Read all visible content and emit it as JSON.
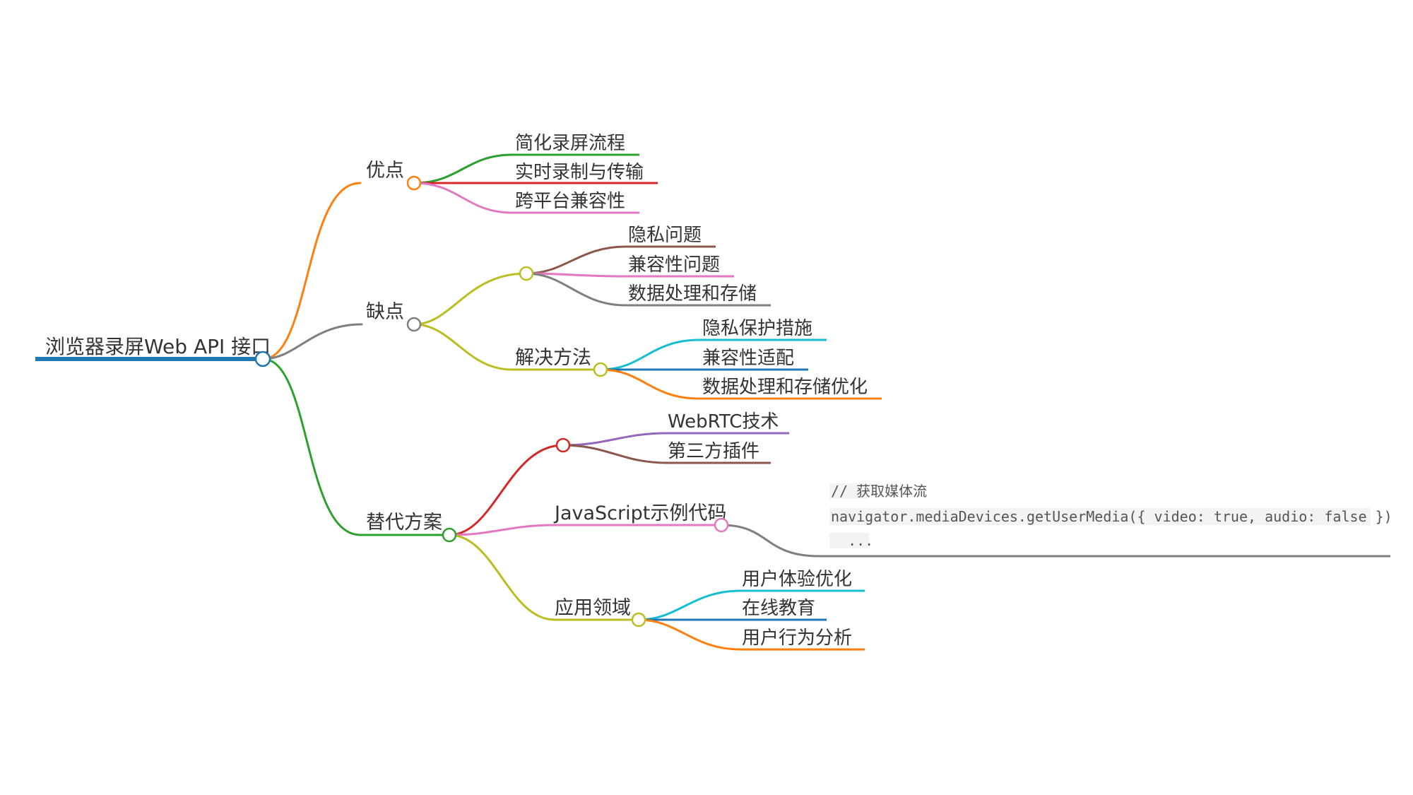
{
  "mindmap": {
    "root": {
      "label": "浏览器录屏Web API 接口",
      "color": "#1f77b4"
    },
    "branches": {
      "pros": {
        "label": "优点",
        "color": "#ff7f0e",
        "children": [
          {
            "label": "简化录屏流程",
            "color": "#2ca02c"
          },
          {
            "label": "实时录制与传输",
            "color": "#d62728"
          },
          {
            "label": "跨平台兼容性",
            "color": "#e377c2"
          }
        ]
      },
      "cons": {
        "label": "缺点",
        "color": "#7f7f7f",
        "issues": {
          "label": "",
          "color": "#bcbd22",
          "children": [
            {
              "label": "隐私问题",
              "color": "#8c564b"
            },
            {
              "label": "兼容性问题",
              "color": "#e377c2"
            },
            {
              "label": "数据处理和存储",
              "color": "#7f7f7f"
            }
          ]
        },
        "solutions": {
          "label": "解决方法",
          "color": "#bcbd22",
          "children": [
            {
              "label": "隐私保护措施",
              "color": "#17becf"
            },
            {
              "label": "兼容性适配",
              "color": "#1f77b4"
            },
            {
              "label": "数据处理和存储优化",
              "color": "#ff7f0e"
            }
          ]
        }
      },
      "alternatives": {
        "label": "替代方案",
        "color": "#2ca02c",
        "tech": {
          "label": "",
          "color": "#d62728",
          "children": [
            {
              "label": "WebRTC技术",
              "color": "#9467bd"
            },
            {
              "label": "第三方插件",
              "color": "#8c564b"
            }
          ]
        },
        "example": {
          "label": "JavaScript示例代码",
          "color": "#e377c2",
          "code": {
            "color": "#7f7f7f",
            "lines": [
              "// 获取媒体流",
              "navigator.mediaDevices.getUserMedia({ video: true, audio: false })",
              "  ..."
            ]
          }
        },
        "applications": {
          "label": "应用领域",
          "color": "#bcbd22",
          "children": [
            {
              "label": "用户体验优化",
              "color": "#17becf"
            },
            {
              "label": "在线教育",
              "color": "#1f77b4"
            },
            {
              "label": "用户行为分析",
              "color": "#ff7f0e"
            }
          ]
        }
      }
    }
  }
}
